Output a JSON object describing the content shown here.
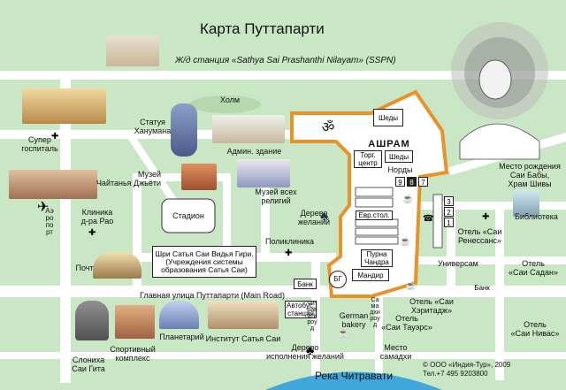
{
  "title": "Карта Путтапарти",
  "railway": "Ж/д станция «Sathya Sai Prashanthi Nilayam» (SSPN)",
  "labels": {
    "hill": "Холм",
    "hanuman": "Статуя\nХанумана",
    "admin": "Админ. здание",
    "chaitanya": "Музей\nЧайтанья Джьёти",
    "museum_religions": "Музей всех\nрелигий",
    "stadium": "Стадион",
    "wishing_tree_top": "Дерево\nжеланий",
    "polyclinic": "Поликлиника",
    "super_hospital": "Супер\nгоспиталь",
    "airport": "Аэропорт",
    "clinic_rao": "Клиника\nд-ра Рао",
    "post": "Почта",
    "university": "Шри Сатья Саи Видья Гири.\n(Учреждения системы\nобразования Сатья Саи)",
    "main_road": "Главная улица Путтапарти (Main Road)",
    "bank_center": "Банк",
    "bus_station": "Автобус.\nстанция",
    "chitravati_road": "Читравати роуд",
    "samadhi_road": "Самадхи роуд",
    "german_bakery": "German\nbakery",
    "samadhi": "Место\nсамадхи",
    "wishing_tree_bottom": "Дерево\nисполнения желаний",
    "elephant": "Слониха\nСаи Гита",
    "sport": "Спортивный\nкомплекс",
    "planetarium": "Планетарий",
    "institute": "Институт Сатья Саи",
    "river": "Река Читравати",
    "copyright": "© ООО «Индия-Тур», 2009\nТел.+7 495 9203800",
    "birthplace": "Место рождения\nСаи Бабы,\nХрам Шивы",
    "library": "Библиотека",
    "hotel_renaissance": "Отель «Саи\nРенессанс»",
    "universam": "Универсам",
    "hotel_sadan": "Отель\n«Саи Садан»",
    "bank_right": "Банк",
    "hotel_heritage": "Отель «Саи\nХэритадж»",
    "hotel_towers": "Отель\n«Саи Тауэрс»",
    "hotel_nivas": "Отель\n«Саи Нивас»"
  },
  "ashram": {
    "name": "АШРАМ",
    "sheds_top": "Шеды",
    "sheds_mid": "Шеды",
    "trade_center": "Торг.\nцентр",
    "nords": "Норды",
    "eur_canteen": "Евр.стол.",
    "purna_chandra": "Пурна\nЧандра",
    "mandir": "Мандир",
    "bg": "БГ",
    "gate_numbers": [
      "9",
      "8",
      "7"
    ],
    "side_numbers": [
      "3",
      "2",
      "1"
    ]
  },
  "colors": {
    "background": "#c9e7c4",
    "road": "#ffffff",
    "ashram_outline": "#e8922a",
    "river": "#3fa7dc"
  },
  "icons": [
    "hospital-cross-icon",
    "airplane-icon",
    "cup-icon",
    "phone-icon",
    "tree-icon",
    "temple-icon",
    "portrait-drawing"
  ]
}
